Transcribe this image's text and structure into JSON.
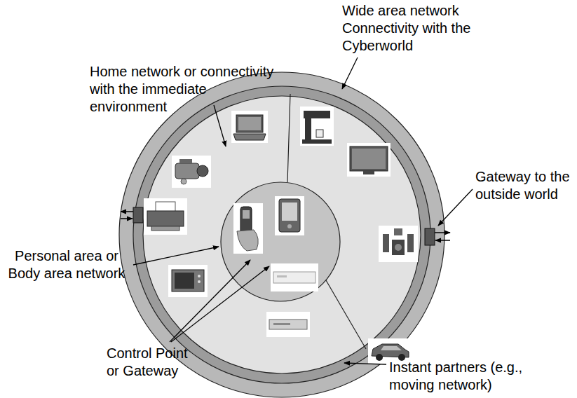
{
  "diagram": {
    "labels": [
      "Wide area network Connectivity with the Cyberworld",
      "Home network or connectivity with the immediate environment",
      "Gateway to the outside world",
      "Personal area or Body area network",
      "Control Point or Gateway",
      "Instant partners (e.g., moving network)"
    ]
  }
}
